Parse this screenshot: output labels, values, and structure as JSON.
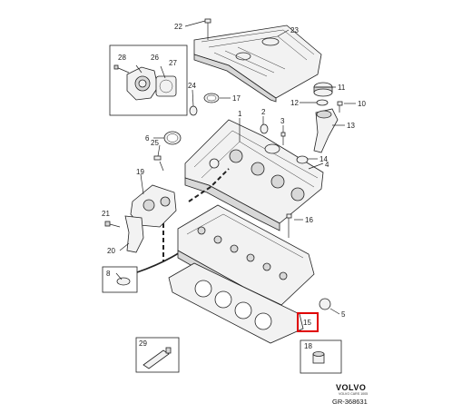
{
  "callouts": {
    "p1": "1",
    "p2": "2",
    "p3": "3",
    "p4": "4",
    "p5": "5",
    "p6": "6",
    "p8": "8",
    "p10": "10",
    "p11": "11",
    "p12": "12",
    "p13": "13",
    "p14": "14",
    "p15": "15",
    "p16": "16",
    "p17": "17",
    "p18": "18",
    "p19": "19",
    "p20": "20",
    "p21": "21",
    "p22": "22",
    "p23": "23",
    "p24": "24",
    "p25": "25",
    "p26": "26",
    "p27": "27",
    "p28": "28",
    "p29": "29"
  },
  "highlight_color": "#e00000",
  "brand": {
    "name": "VOLVO",
    "subtext": "VOLVO CARS 1005",
    "drawing_code": "GR-368631"
  }
}
